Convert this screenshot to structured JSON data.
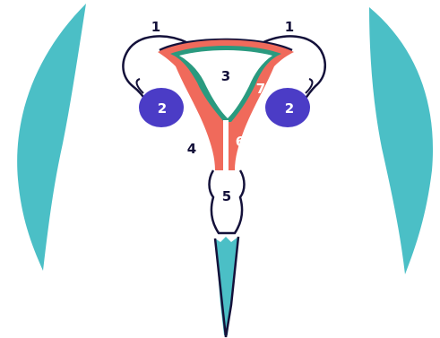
{
  "colors": {
    "hip": "#4bbfc6",
    "uterus_wall": "#f06a5b",
    "endometrium": "#2a9a7f",
    "ovary": "#4b3cc6",
    "outline": "#14113a",
    "vagina": "#4bbfc6"
  },
  "labels": {
    "tube_left": "1",
    "tube_right": "1",
    "ovary_left": "2",
    "ovary_right": "2",
    "cavity": "3",
    "body": "4",
    "cervix": "5",
    "wall": "6",
    "lining": "7"
  }
}
